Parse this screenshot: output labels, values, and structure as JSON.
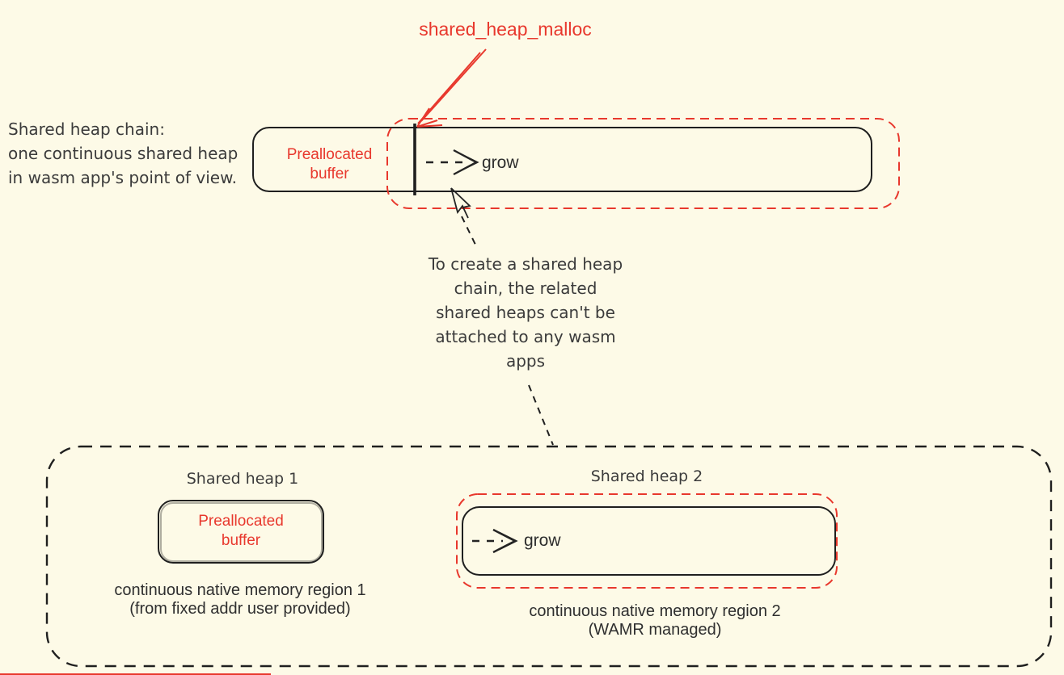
{
  "colors": {
    "bg": "#fdfae7",
    "red": "#e8382d",
    "ink": "#1f1f1f",
    "text": "#3b3b3b"
  },
  "top": {
    "malloc_label": "shared_heap_malloc",
    "chain_caption": "Shared heap chain:\none continuous shared heap\nin wasm app's point of view.",
    "preallocated_label": "Preallocated\nbuffer",
    "grow_label": "grow"
  },
  "note": {
    "text": "To create a shared heap\nchain, the related\nshared heaps can't be\nattached to any wasm\napps"
  },
  "bottom": {
    "heap1": {
      "title": "Shared heap 1",
      "preallocated_label": "Preallocated\nbuffer",
      "caption": "continuous native memory region 1\n(from fixed addr user provided)"
    },
    "heap2": {
      "title": "Shared heap 2",
      "grow_label": "grow",
      "caption": "continuous native memory region 2\n(WAMR managed)"
    }
  }
}
